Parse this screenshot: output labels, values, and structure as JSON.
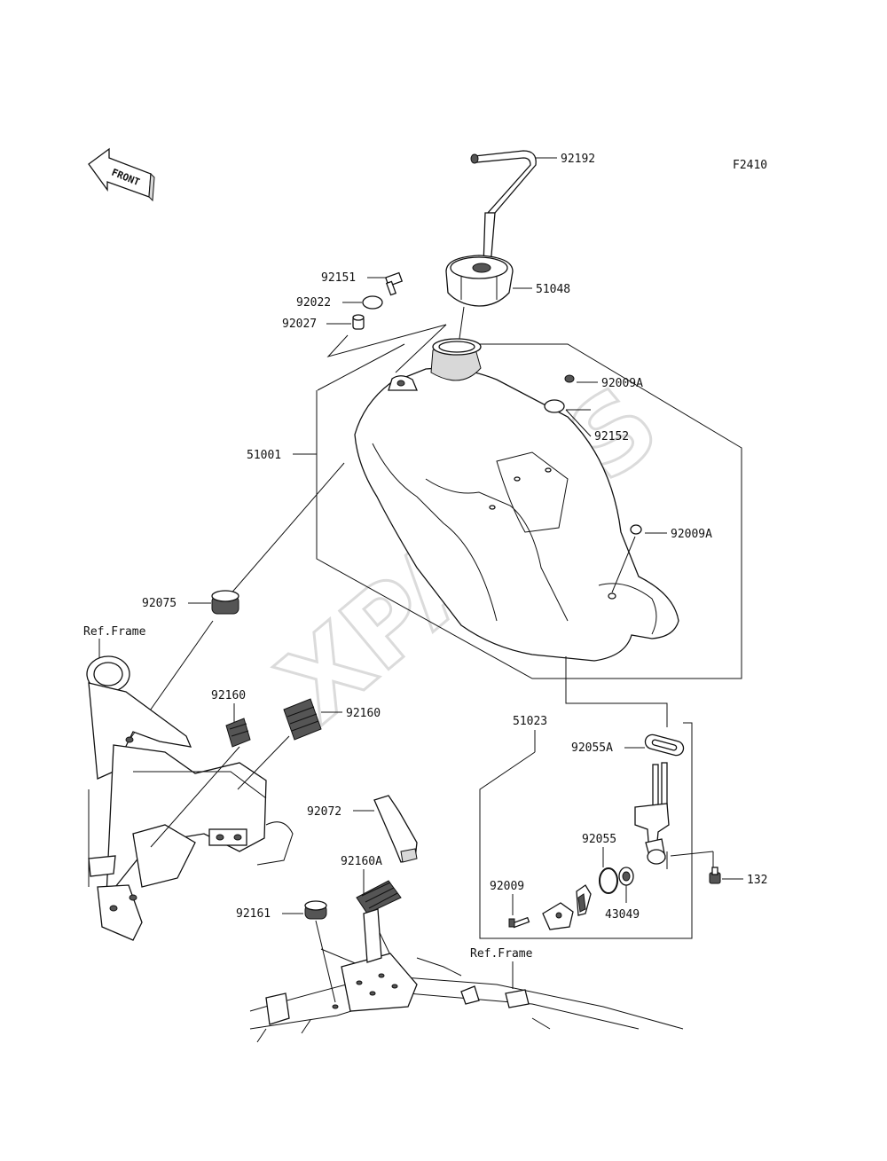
{
  "figure_code": "F2410",
  "direction_label": "FRONT",
  "watermark": "XPARTS",
  "parts": {
    "hose": "92192",
    "bolt_top": "92151",
    "washer": "92022",
    "collar": "92027",
    "fuel_cap": "51048",
    "fuel_tank": "51001",
    "clip_a_top": "92009A",
    "damper_tank": "92152",
    "clip_a_side": "92009A",
    "grommet": "92075",
    "ref_frame_upper": "Ref.Frame",
    "pad_small": "92160",
    "pad_large": "92160",
    "band": "92072",
    "pad_a": "92160A",
    "cap_rubber": "92161",
    "ref_frame_lower": "Ref.Frame",
    "cock_assy": "51023",
    "oring_a": "92055A",
    "oring": "92055",
    "screw": "92009",
    "seal": "43049",
    "bolt_cock": "132"
  }
}
